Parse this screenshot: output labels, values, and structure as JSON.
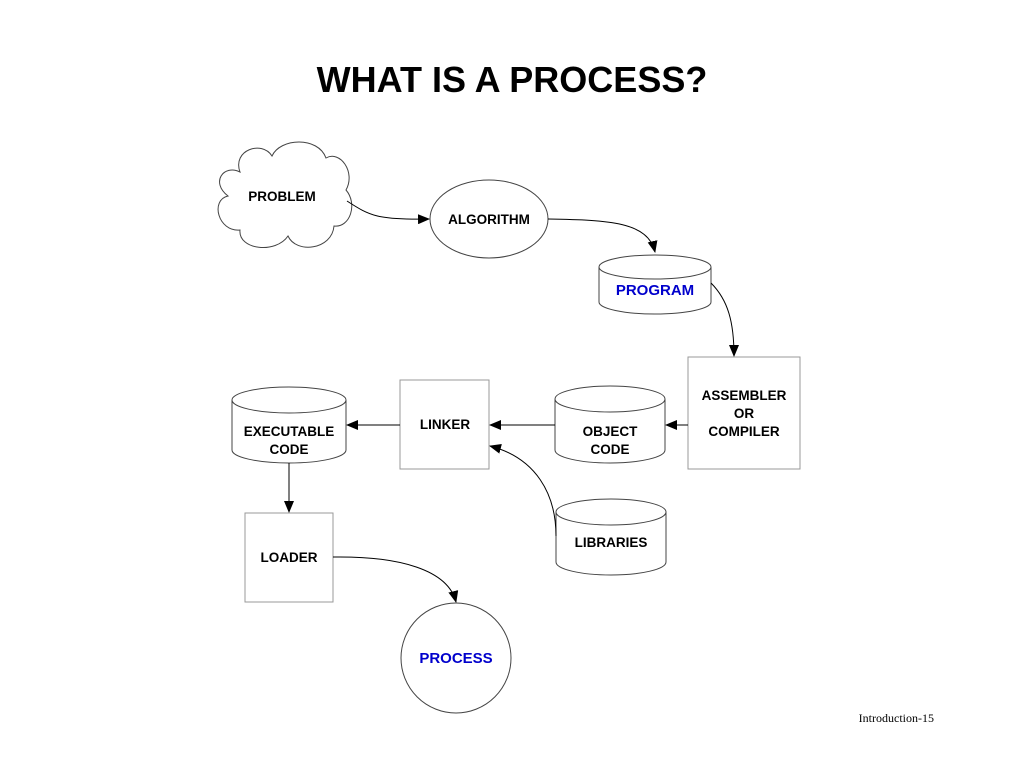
{
  "title": "WHAT IS A PROCESS?",
  "colors": {
    "highlight": "#0000cc",
    "text": "#000000"
  },
  "nodes": {
    "problem": "PROBLEM",
    "algorithm": "ALGORITHM",
    "program": "PROGRAM",
    "assembler": [
      "ASSEMBLER",
      "OR",
      "COMPILER"
    ],
    "object_code": [
      "OBJECT",
      "CODE"
    ],
    "linker": "LINKER",
    "executable_code": [
      "EXECUTABLE",
      "CODE"
    ],
    "libraries": "LIBRARIES",
    "loader": "LOADER",
    "process": "PROCESS"
  },
  "footer": "Introduction-15"
}
